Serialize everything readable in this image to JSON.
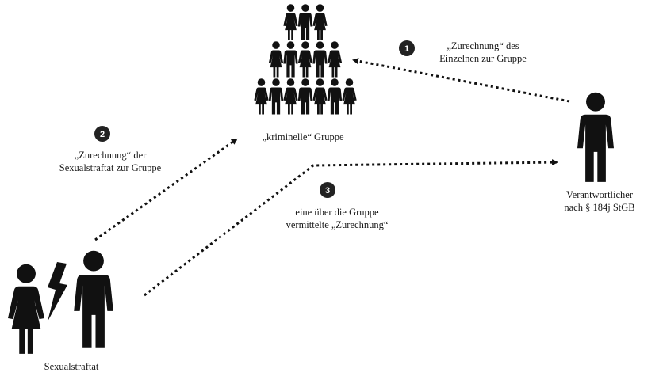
{
  "steps": {
    "one": {
      "number": "1",
      "line1": "„Zurechnung“ des",
      "line2": "Einzelnen  zur Gruppe"
    },
    "two": {
      "number": "2",
      "line1": "„Zurechnung“ der",
      "line2": "Sexualstraftat zur Gruppe"
    },
    "three": {
      "number": "3",
      "line1": "eine über die Gruppe",
      "line2": "vermittelte „Zurechnung“"
    }
  },
  "group": {
    "label": "„kriminelle“  Gruppe",
    "rows": [
      3,
      5,
      7
    ]
  },
  "responsible": {
    "line1": "Verantwortlicher",
    "line2": "nach § 184j StGB"
  },
  "offense": {
    "label": "Sexualstraftat"
  },
  "colors": {
    "ink": "#111111",
    "marker": "#222222",
    "background": "#ffffff"
  }
}
